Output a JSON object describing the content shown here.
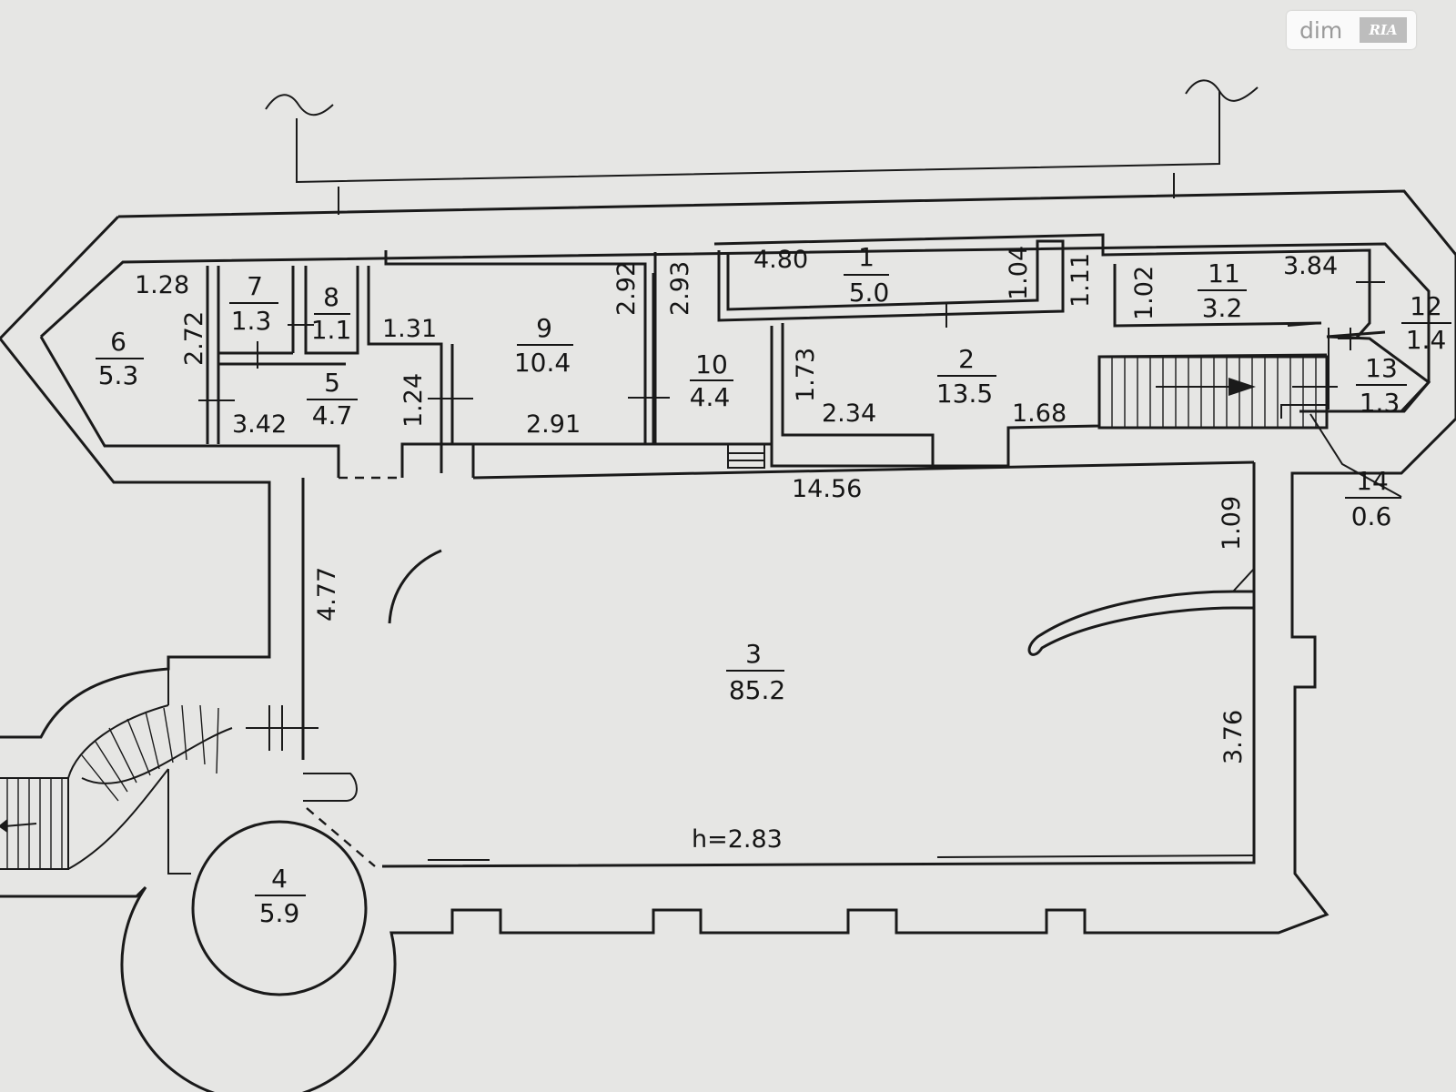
{
  "watermark": {
    "text": "dim",
    "logo": "RIA"
  },
  "rooms": [
    {
      "number": "1",
      "area": "5.0"
    },
    {
      "number": "2",
      "area": "13.5"
    },
    {
      "number": "3",
      "area": "85.2"
    },
    {
      "number": "4",
      "area": "5.9"
    },
    {
      "number": "5",
      "area": "4.7"
    },
    {
      "number": "6",
      "area": "5.3"
    },
    {
      "number": "7",
      "area": "1.3"
    },
    {
      "number": "8",
      "area": "1.1"
    },
    {
      "number": "9",
      "area": "10.4"
    },
    {
      "number": "10",
      "area": "4.4"
    },
    {
      "number": "11",
      "area": "3.2"
    },
    {
      "number": "12",
      "area": "1.4"
    },
    {
      "number": "13",
      "area": "1.3"
    },
    {
      "number": "14",
      "area": "0.6"
    }
  ],
  "dimensions": [
    "1.28",
    "2.72",
    "3.42",
    "1.24",
    "1.31",
    "2.92",
    "2.91",
    "2.93",
    "4.80",
    "1.04",
    "1.11",
    "1.73",
    "2.34",
    "1.68",
    "1.02",
    "3.84",
    "14.56",
    "1.09",
    "4.77",
    "3.76"
  ],
  "ceiling_height": "h=2.83"
}
